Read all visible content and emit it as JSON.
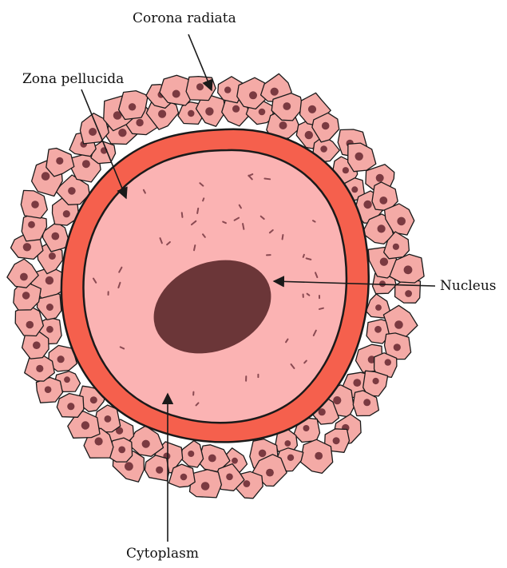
{
  "labels": {
    "corona_radiata": "Corona radiata",
    "zona_pellucida": "Zona pellucida",
    "nucleus": "Nucleus",
    "cytoplasm": "Cytoplasm"
  },
  "colors": {
    "cell_fill": "#f4aaa6",
    "cell_nucleus": "#7b3a41",
    "zona_fill": "#f5604d",
    "cytoplasm_fill": "#fbb3b3",
    "nucleus_fill": "#6b3638",
    "granule": "#8a4a52",
    "outline": "#1a1a1a"
  }
}
